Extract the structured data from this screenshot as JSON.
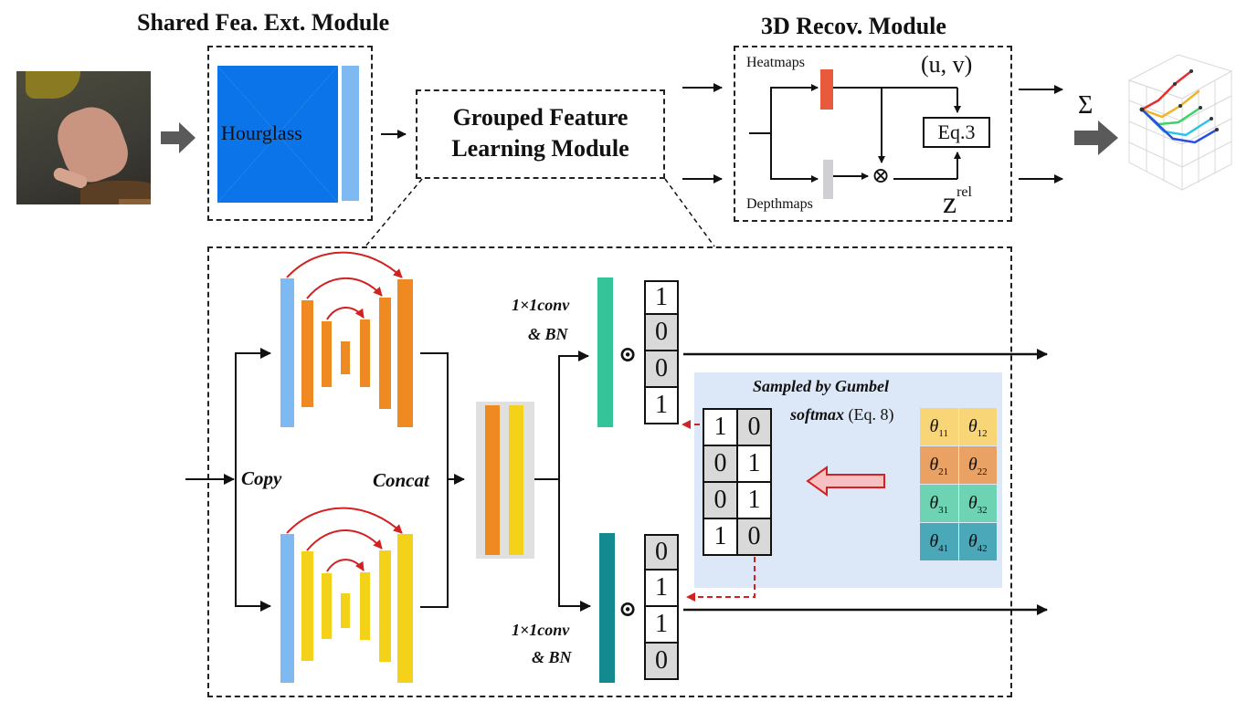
{
  "modules": {
    "shared_title": "Shared Fea. Ext. Module",
    "recov_title": "3D Recov. Module",
    "grouped_line1": "Grouped Feature",
    "grouped_line2": "Learning Module",
    "hourglass_label": "Hourglass"
  },
  "recov": {
    "heatmaps": "Heatmaps",
    "depthmaps": "Depthmaps",
    "uv": "(u, v)",
    "eq": "Eq.3",
    "z_base": "z",
    "z_sup": "rel",
    "otimes": "⊗"
  },
  "sum_symbol": "Σ",
  "labels": {
    "copy": "Copy",
    "concat": "Concat",
    "conv_top_1": "1×1conv",
    "conv_top_2": "& BN",
    "conv_bot_1": "1×1conv",
    "conv_bot_2": "& BN",
    "dot": "⊙"
  },
  "masks": {
    "top": [
      "1",
      "0",
      "0",
      "1"
    ],
    "bottom": [
      "0",
      "1",
      "1",
      "0"
    ]
  },
  "gumbel": {
    "line1": "Sampled by Gumbel",
    "line2_bold": "softmax",
    "line2_rest": " (Eq. 8)",
    "matrix": [
      [
        "1",
        "0"
      ],
      [
        "0",
        "1"
      ],
      [
        "0",
        "1"
      ],
      [
        "1",
        "0"
      ]
    ],
    "theta": [
      [
        "θ",
        "11",
        "θ",
        "12"
      ],
      [
        "θ",
        "21",
        "θ",
        "22"
      ],
      [
        "θ",
        "31",
        "θ",
        "32"
      ],
      [
        "θ",
        "41",
        "θ",
        "42"
      ]
    ]
  },
  "colors": {
    "blue_bar": "#7fb9f2",
    "hourglass_blue": "#0a74e8",
    "orange": "#ef8a23",
    "yellow": "#f5d21a",
    "teal_top": "#35c39a",
    "teal_bottom": "#128a90",
    "red_arrow": "#d32020",
    "gumbel_bg": "#dce8f8",
    "theta_row1": "#f8d577",
    "theta_row2": "#e9a263",
    "theta_row3": "#6dd3b2",
    "theta_row4": "#4aa8b9"
  }
}
